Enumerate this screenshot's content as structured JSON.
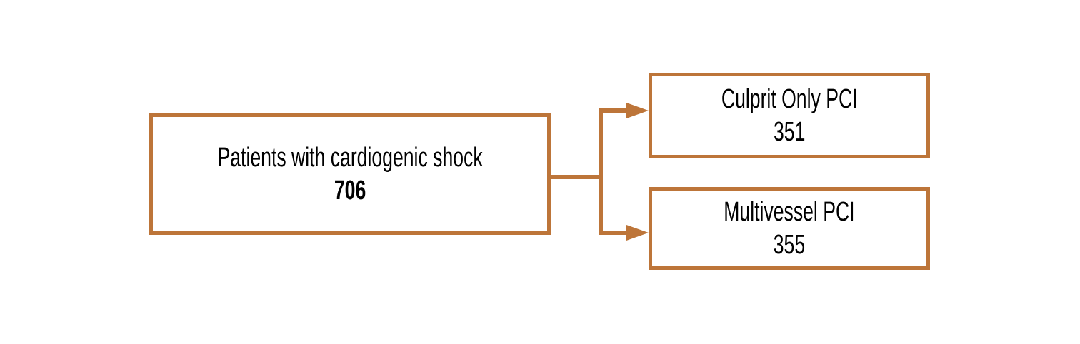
{
  "colors": {
    "accent": "#BD7539",
    "background": "#FFFFFF",
    "text": "#000000"
  },
  "flowchart": {
    "root": {
      "label": "Patients with cardiogenic shock",
      "value": "706"
    },
    "branches": [
      {
        "label": "Culprit Only PCI",
        "value": "351"
      },
      {
        "label": "Multivessel PCI",
        "value": "355"
      }
    ]
  }
}
